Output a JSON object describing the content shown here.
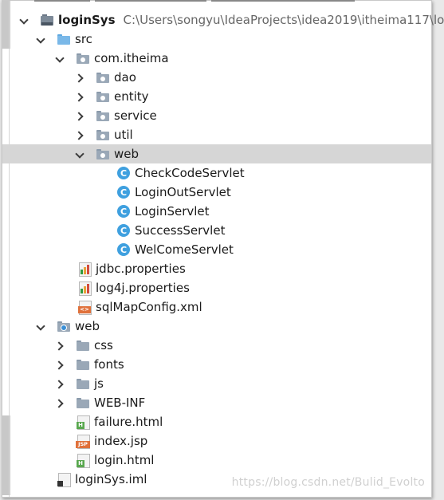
{
  "tree": {
    "root": {
      "label": "loginSys",
      "path": "C:\\Users\\songyu\\IdeaProjects\\idea2019\\itheima117\\lo"
    },
    "items": [
      {
        "label": "src"
      },
      {
        "label": "com.itheima"
      },
      {
        "label": "dao"
      },
      {
        "label": "entity"
      },
      {
        "label": "service"
      },
      {
        "label": "util"
      },
      {
        "label": "web"
      },
      {
        "label": "CheckCodeServlet"
      },
      {
        "label": "LoginOutServlet"
      },
      {
        "label": "LoginServlet"
      },
      {
        "label": "SuccessServlet"
      },
      {
        "label": "WelComeServlet"
      },
      {
        "label": "jdbc.properties"
      },
      {
        "label": "log4j.properties"
      },
      {
        "label": "sqlMapConfig.xml"
      },
      {
        "label": "web"
      },
      {
        "label": "css"
      },
      {
        "label": "fonts"
      },
      {
        "label": "js"
      },
      {
        "label": "WEB-INF"
      },
      {
        "label": "failure.html"
      },
      {
        "label": "index.jsp"
      },
      {
        "label": "login.html"
      },
      {
        "label": "loginSys.iml"
      }
    ],
    "selected": "web"
  },
  "icons": {
    "class_glyph": "C",
    "xml_glyph": "<>",
    "html_glyph": "H",
    "jsp_glyph": "JSP"
  },
  "colors": {
    "selection": "#d6d6d6",
    "class_icon": "#3fa0df",
    "source_folder": "#7ab8e8"
  },
  "watermark": "https://blog.csdn.net/Bulid_Evolto"
}
